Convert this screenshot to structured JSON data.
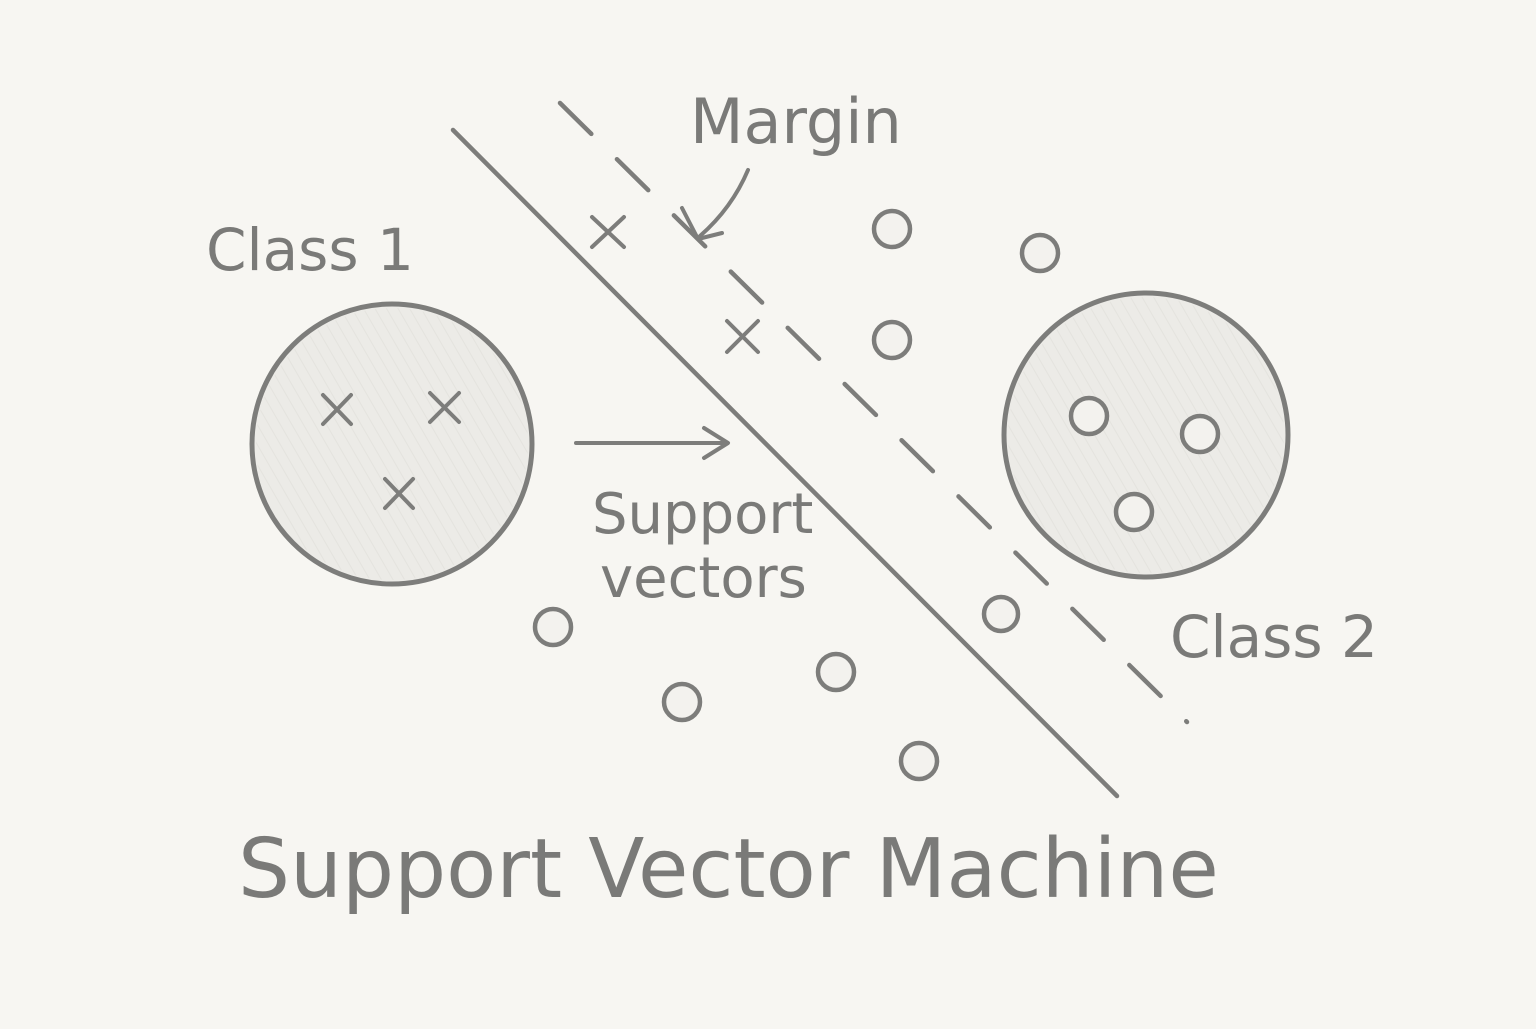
{
  "title": "Support Vector Machine",
  "labels": {
    "class1": "Class 1",
    "class2": "Class 2",
    "margin": "Margin",
    "support_vectors_line1": "Support",
    "support_vectors_line2": "vectors"
  },
  "colors": {
    "background": "#f7f6f2",
    "ink": "#7a7a78",
    "cluster_fill": "#ecebe7"
  }
}
